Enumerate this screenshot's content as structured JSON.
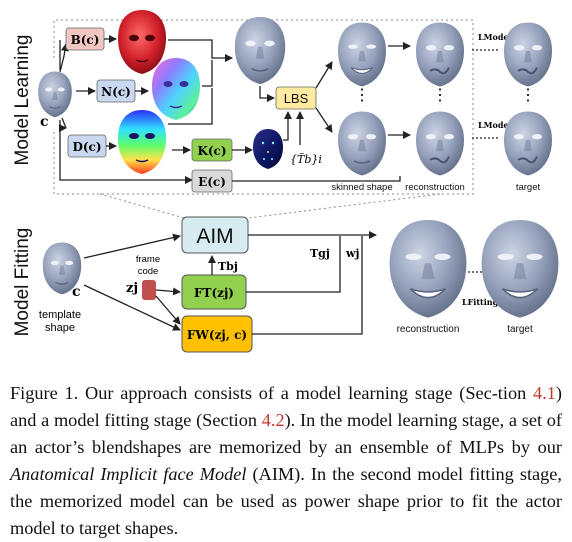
{
  "figure": {
    "section_labels": {
      "learning": "Model Learning",
      "fitting": "Model Fitting"
    },
    "learning": {
      "input_symbol": "c",
      "blocks": {
        "b": "B(c)",
        "n": "N(c)",
        "d": "D(c)",
        "k": "K(c)",
        "e": "E(c)",
        "lbs": "LBS"
      },
      "transform_label": "{T̃b}i",
      "loss_label": "LModel",
      "column_labels": {
        "skinned": "skinned shape",
        "reconstruction": "reconstruction",
        "target": "target"
      },
      "ellipsis": "⋮"
    },
    "fitting": {
      "template_symbol": "c",
      "template_caption_line1": "template",
      "template_caption_line2": "shape",
      "frame_code_line1": "frame",
      "frame_code_line2": "code",
      "z_label": "zj",
      "aim_label": "AIM",
      "ft_label": "FT(zj)",
      "fw_label": "FW(zj, c)",
      "tb_label": "Tbj",
      "tg_label": "Tgj",
      "w_label": "wj",
      "loss_label": "LFitting",
      "reconstruction_label": "reconstruction",
      "target_label": "target"
    },
    "colors": {
      "red_block": "#f2c6c3",
      "blue_block": "#c9d8f0",
      "green_block": "#92d050",
      "gray_block": "#d9d9d9",
      "yellow_block": "#ffeaa0",
      "aim_block": "#d6ecf0",
      "orange_block": "#ffc000",
      "frame_code": "#c0504d",
      "face": "#8f9bb4"
    }
  },
  "caption": {
    "p1": "Figure 1. Our approach consists of a model learning stage (Sec-tion ",
    "ref1": "4.1",
    "p2": ") and a model fitting stage (Section ",
    "ref2": "4.2",
    "p3": ").  In the model learning stage, a set of an actor’s blendshapes are memorized by an ensemble of MLPs by our ",
    "aim_italic": "Anatomical Implicit face Model",
    "p4": " (AIM). In the second model fitting stage, the memorized model can be used as power shape prior to fit the actor model to target shapes."
  }
}
